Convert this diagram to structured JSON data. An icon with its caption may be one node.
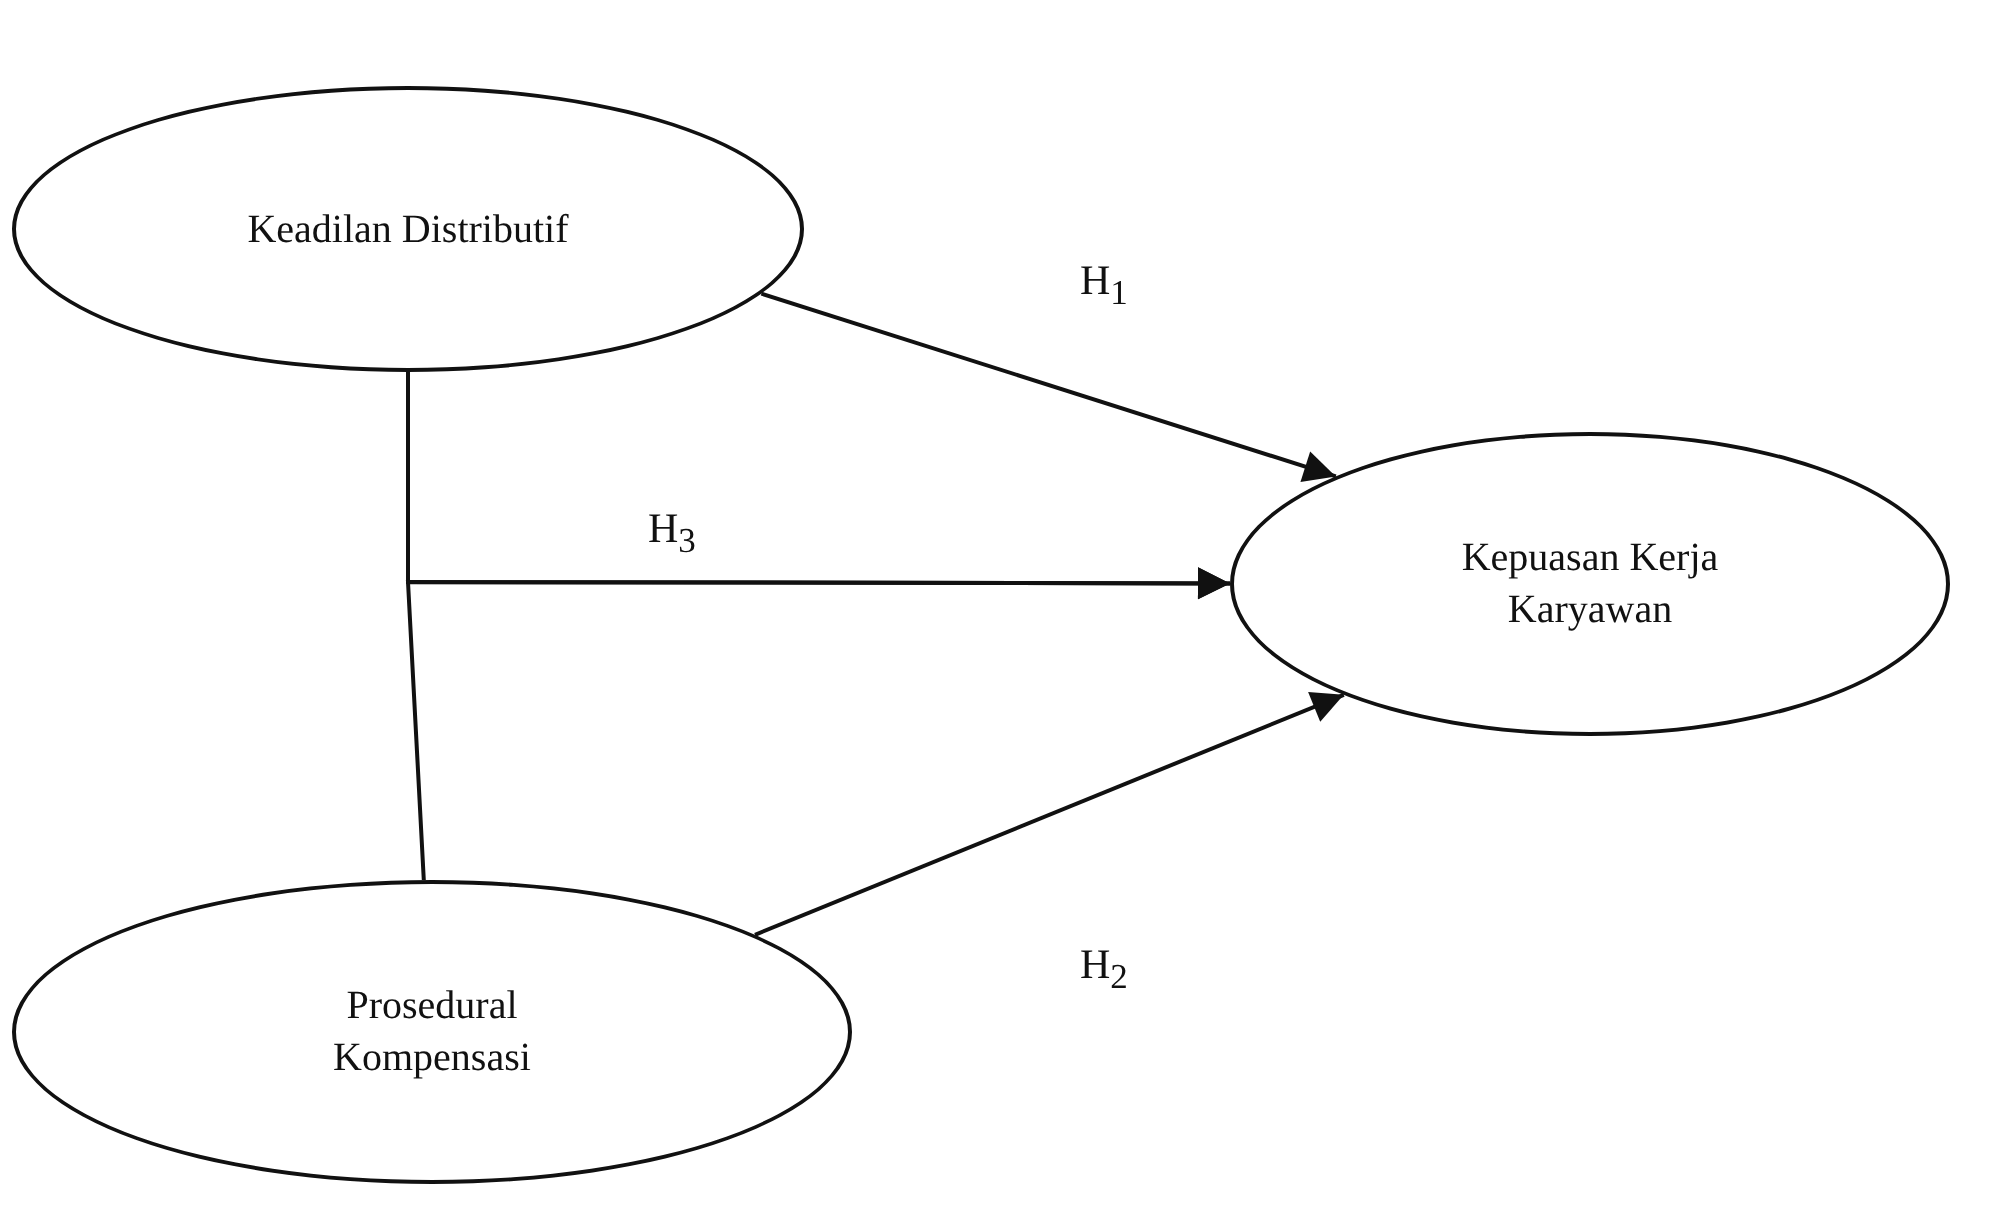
{
  "diagram": {
    "nodes": [
      {
        "text": [
          "Keadilan Distributif"
        ]
      },
      {
        "text": [
          "Prosedural Kompensasi"
        ]
      },
      {
        "text": [
          "Kepuasan Kerja Karyawan"
        ]
      }
    ],
    "edges": [
      {
        "from": 0,
        "to": 2,
        "arrow": "to",
        "label": "H$_{1}$"
      },
      {
        "from": 1,
        "to": 2,
        "arrow": "to",
        "label": "H$_{2}$"
      },
      {
        "from": 0,
        "to": 2,
        "arrow": "to",
        "label": "H$_{3}$"
      },
      {
        "from": 1,
        "to": 2,
        "arrow": "to"
      }
    ]
  }
}
